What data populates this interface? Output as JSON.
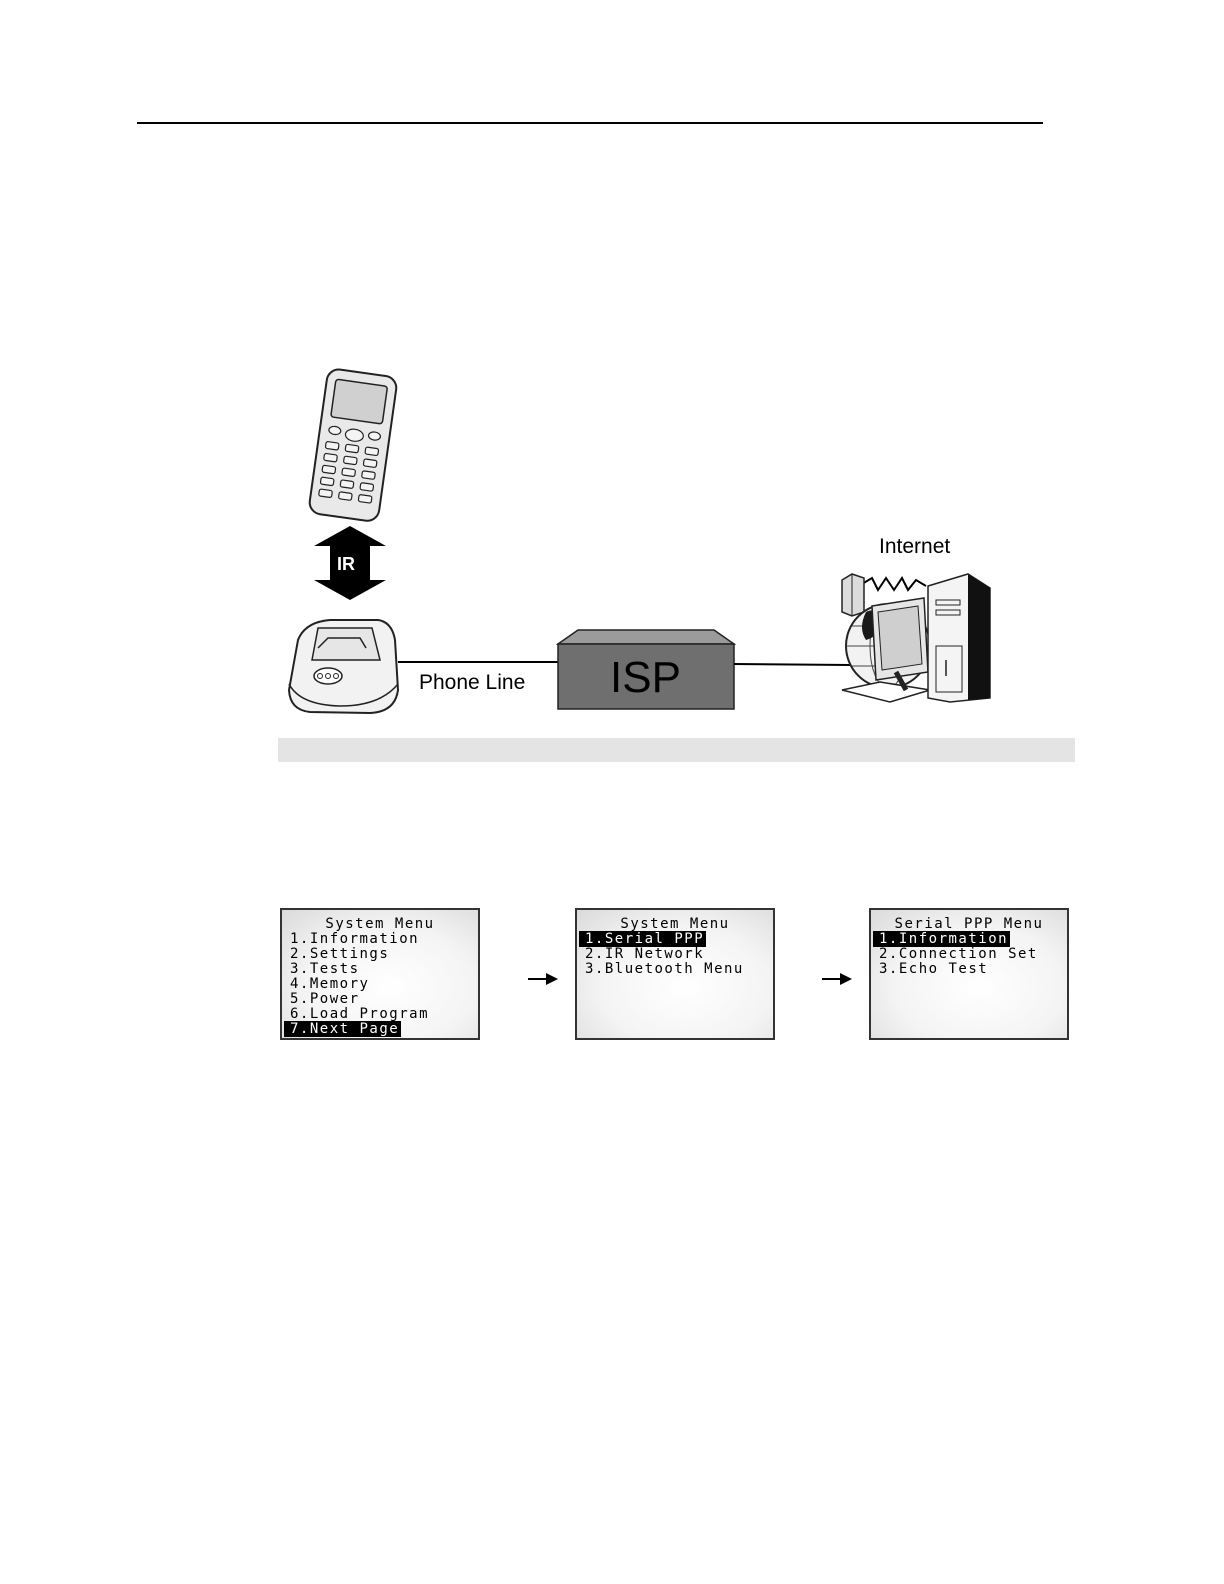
{
  "diagram": {
    "ir_label": "IR",
    "internet_label": "Internet",
    "phone_line_label": "Phone Line",
    "isp_label": "ISP"
  },
  "screens": [
    {
      "title": "System Menu",
      "items": [
        "1.Information",
        "2.Settings",
        "3.Tests",
        "4.Memory",
        "5.Power",
        "6.Load Program",
        "7.Next Page"
      ],
      "selected_index": 6
    },
    {
      "title": "System Menu",
      "items": [
        "1.Serial PPP",
        "2.IR Network",
        "3.Bluetooth Menu"
      ],
      "selected_index": 0
    },
    {
      "title": "Serial PPP Menu",
      "items": [
        "1.Information",
        "2.Connection Set",
        "3.Echo Test"
      ],
      "selected_index": 0
    }
  ],
  "icons": {
    "terminal": "handheld-terminal-icon",
    "cradle": "ir-cradle-icon",
    "isp": "isp-box-icon",
    "internet": "internet-computer-icon",
    "arrow": "right-arrow-icon"
  }
}
